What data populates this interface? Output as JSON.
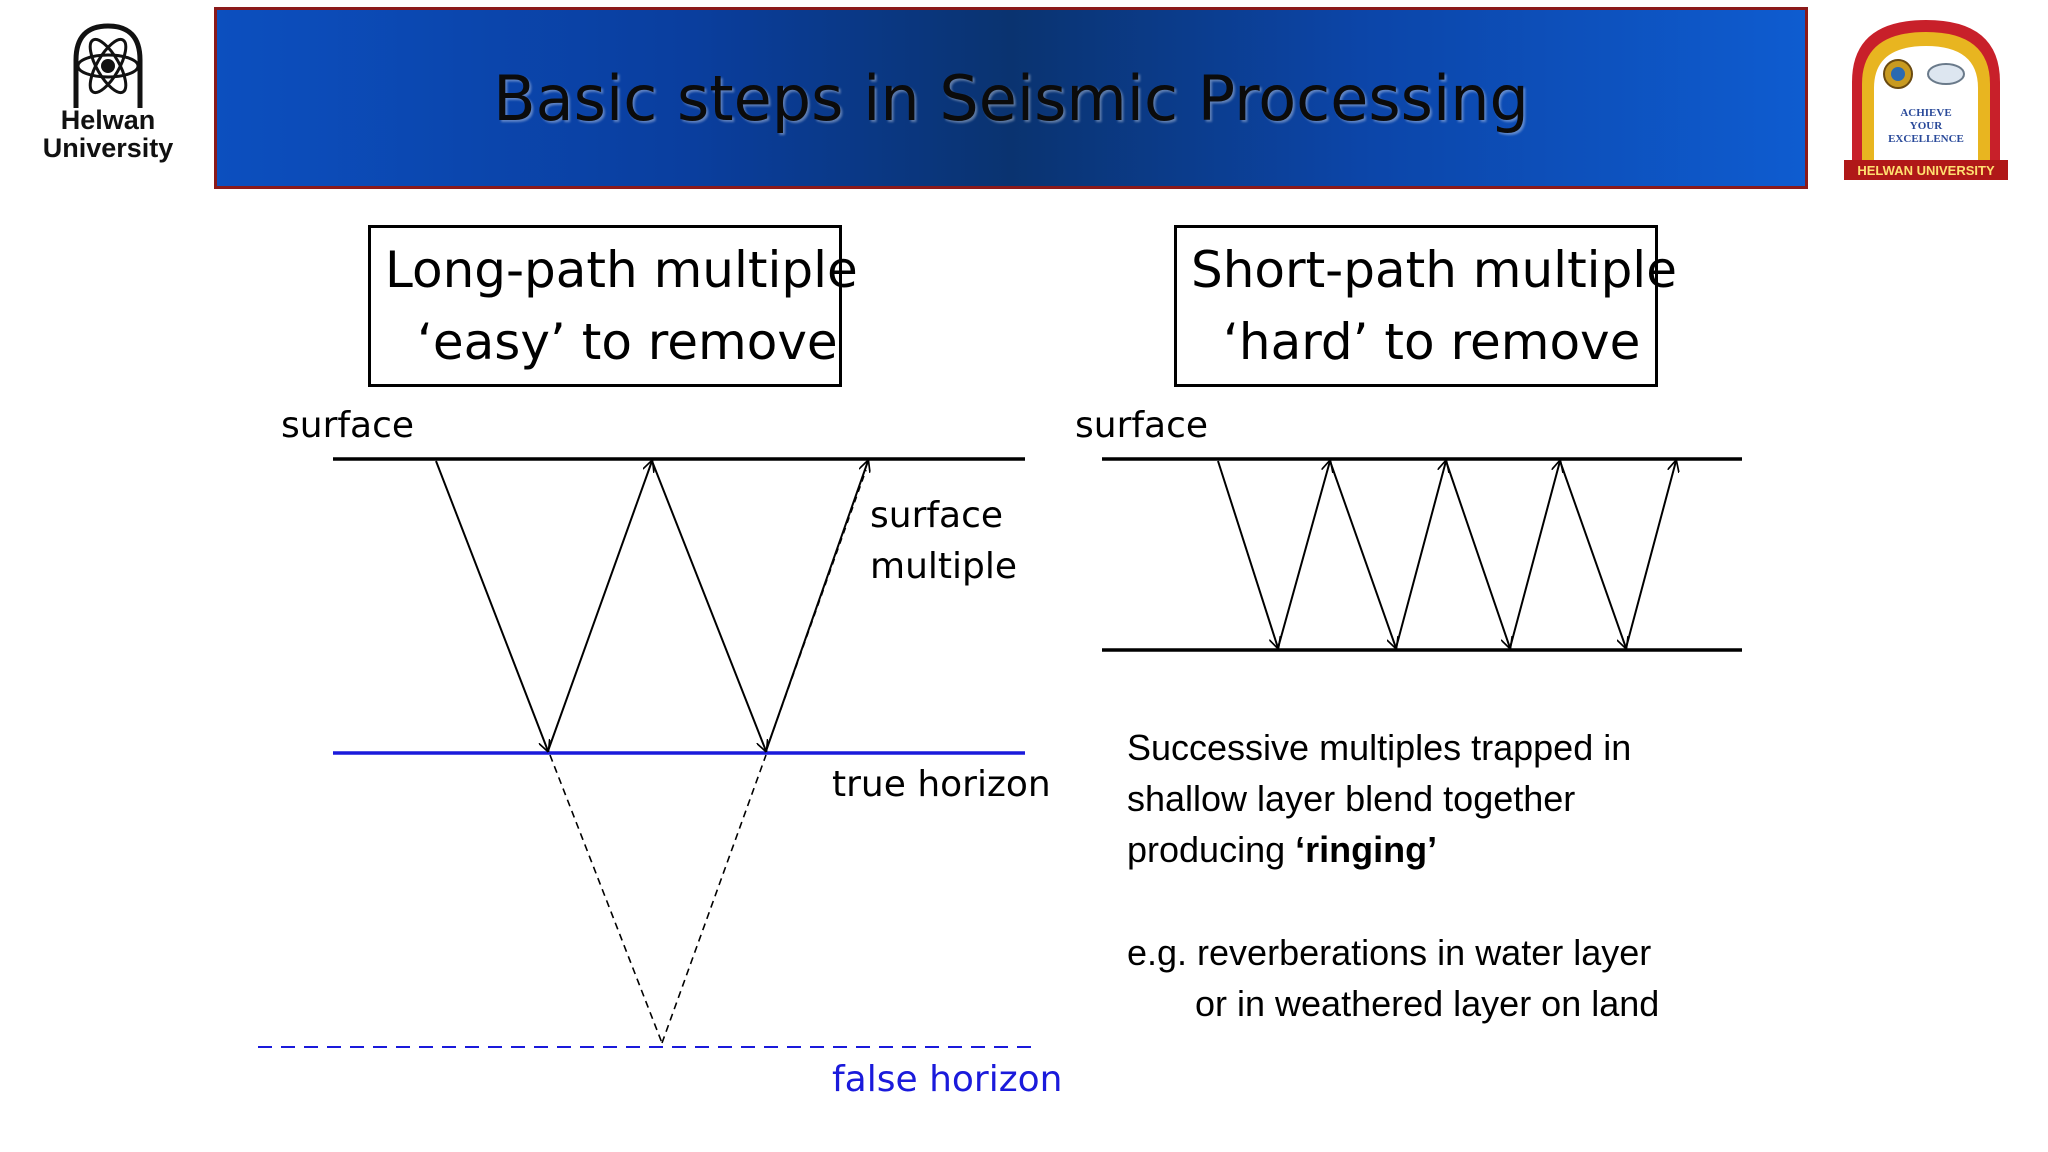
{
  "header": {
    "title": "Basic steps in Seismic Processing",
    "left_logo": {
      "icon": "atom-arch-logo",
      "name_line1": "Helwan",
      "name_line2": "University"
    },
    "right_logo": {
      "icon": "aapg-seg-arch-logo",
      "text_line1": "ACHIEVE",
      "text_line2": "YOUR",
      "text_line3": "EXCELLENCE",
      "banner": "HELWAN UNIVERSITY"
    }
  },
  "left_panel": {
    "box_line1": "Long-path multiple",
    "box_line2": "‘easy’ to remove",
    "surface_label": "surface",
    "multiple_label_line1": "surface",
    "multiple_label_line2": "multiple",
    "true_horizon_label": "true horizon",
    "false_horizon_label": "false horizon"
  },
  "right_panel": {
    "box_line1": "Short-path multiple",
    "box_line2": "‘hard’ to remove",
    "surface_label": "surface",
    "desc_line1": "Successive multiples trapped in",
    "desc_line2": "shallow layer blend together",
    "desc_line3_prefix": "producing ",
    "desc_line3_bold": "‘ringing’",
    "example_line1": "e.g. reverberations in water layer",
    "example_line2": "or in weathered layer on land"
  },
  "colors": {
    "banner_blue": "#0a3e9e",
    "banner_border": "#8b1a1a",
    "true_horizon": "#1a1adb",
    "false_horizon": "#1a1adb",
    "ray": "#000000"
  }
}
